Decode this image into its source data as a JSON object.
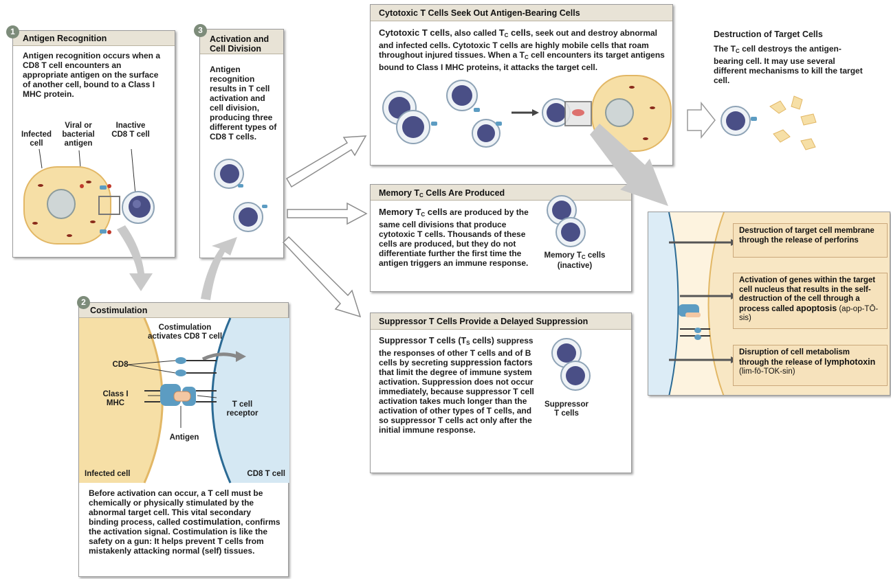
{
  "step1": {
    "badge": "1",
    "title": "Antigen Recognition",
    "text": "Antigen recognition occurs when a CD8 T cell encounters an appropriate antigen on the surface of another cell, bound to a Class I MHC protein.",
    "label_infected": "Infected cell",
    "label_antigen": "Viral or bacterial antigen",
    "label_inactive": "Inactive CD8 T cell"
  },
  "step2": {
    "badge": "2",
    "title": "Costimulation",
    "label_activates": "Costimulation activates CD8 T cell",
    "label_cd8": "CD8",
    "label_mhc": "Class I MHC",
    "label_receptor": "T cell receptor",
    "label_antigen": "Antigen",
    "label_infected": "Infected cell",
    "label_cd8t": "CD8 T cell",
    "text_before": "Before activation can occur, a T cell must be chemically or physically stimulated by the abnormal target cell. This vital secondary binding process, called",
    "text_bold": "costimulation",
    "text_after": ", confirms the activation signal. Costimulation is like the safety on a gun: It helps prevent T cells from mistakenly attacking normal (self) tissues."
  },
  "step3": {
    "badge": "3",
    "title_line1": "Activation and",
    "title_line2": "Cell Division",
    "text": "Antigen recognition results in T cell activation and cell division, producing three different types of CD8 T cells."
  },
  "cytotoxic": {
    "title": "Cytotoxic T Cells Seek Out Antigen-Bearing Cells",
    "t1_bold": "Cytotoxic T cells",
    "t1": ", also called ",
    "t2_bold": "T",
    "t2_sub": "C",
    "t2_bold2": " cells",
    "t3": ", seek out and destroy abnormal and infected cells. Cytotoxic T cells are highly mobile cells that roam throughout injured tissues. When a T",
    "t3_sub": "C",
    "t4": " cell encounters its target antigens bound to Class I MHC proteins, it attacks the target cell."
  },
  "memory": {
    "title_pre": "Memory T",
    "title_sub": "C",
    "title_post": " Cells Are Produced",
    "t1_bold": "Memory T",
    "t1_sub": "C",
    "t1_bold2": " cells",
    "t2": " are produced by the same cell divisions that produce cytotoxic T cells. Thousands of these cells are produced, but they do not differentiate further the first time the antigen triggers an immune response.",
    "label_pre": "Memory T",
    "label_sub": "C",
    "label_post": " cells",
    "label_line2": "(inactive)"
  },
  "suppressor": {
    "title": "Suppressor T Cells Provide a Delayed Suppression",
    "t1_bold": "Suppressor T cells (T",
    "t1_sub": "S",
    "t1_bold2": " cells)",
    "t2": " suppress the responses of other T cells and of B cells by secreting ",
    "t3_bold": "suppression factors",
    "t4": " that limit the degree of immune system activation. Suppression does not occur immediately, because suppressor T cell activation takes much longer than the activation of other types of T cells, and so suppressor T cells act only after the initial immune response.",
    "label": "Suppressor T cells"
  },
  "destruction": {
    "title": "Destruction of Target Cells",
    "t1": "The T",
    "t1_sub": "C",
    "t2": " cell destroys the antigen-bearing cell. It may use several different mechanisms to kill the target cell."
  },
  "mechanisms": [
    {
      "text": "Destruction of target cell membrane through the release of perforins",
      "bold": "",
      "tail": ""
    },
    {
      "text": "Activation of genes within the target cell nucleus that results in the self-destruction of the cell through a process called ",
      "bold": "apoptosis",
      "tail": " (ap-op-TŌ-sis)"
    },
    {
      "text": "Disruption of cell metabolism through the release of ",
      "bold": "lymphotoxin",
      "tail": " (lim-fō-TOK-sin)"
    }
  ],
  "colors": {
    "header_bg": "#e8e3d6",
    "infected_cell": "#f6dfa6",
    "tcell_nucleus": "#4a4f86",
    "receptor": "#5c9cc2",
    "arrow_gray": "#c9c9c9"
  }
}
